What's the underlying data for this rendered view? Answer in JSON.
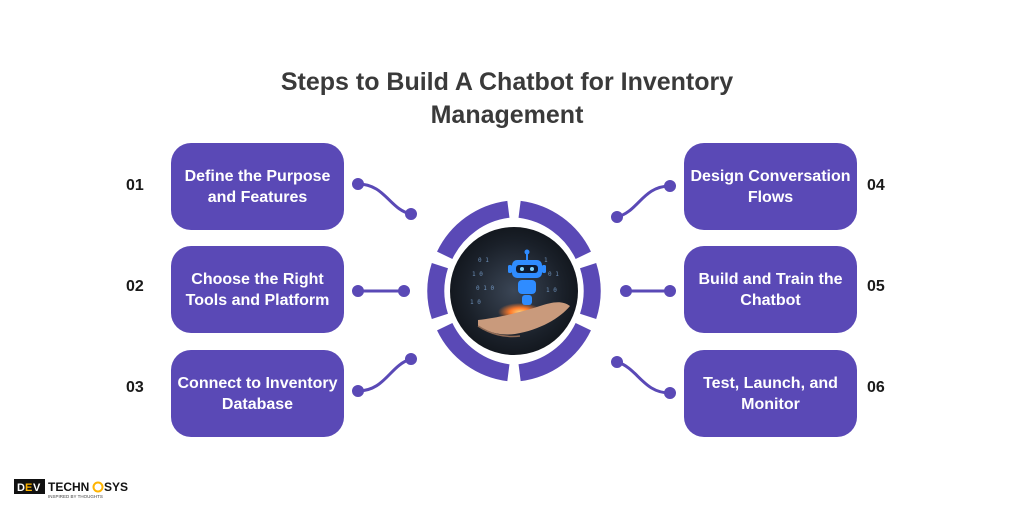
{
  "title": {
    "line1": "Steps to Build A Chatbot for Inventory",
    "line2": "Management"
  },
  "steps": [
    {
      "num": "01",
      "label": "Define the Purpose and Features"
    },
    {
      "num": "02",
      "label": "Choose the Right Tools and Platform"
    },
    {
      "num": "03",
      "label": "Connect to Inventory Database"
    },
    {
      "num": "04",
      "label": "Design Conversation Flows"
    },
    {
      "num": "05",
      "label": "Build and Train the Chatbot"
    },
    {
      "num": "06",
      "label": "Test, Launch, and Monitor"
    }
  ],
  "brand": {
    "logo_text_left": "DEV",
    "logo_text_right": "TECHN SYS",
    "tagline": "INSPIRED BY THOUGHTS"
  },
  "colors": {
    "accent": "#5a49b6",
    "title": "#3a3a3a",
    "ring": "#5a49b6",
    "robot": "#2f8cff"
  },
  "icons": {
    "center": "robot-hand-icon"
  }
}
